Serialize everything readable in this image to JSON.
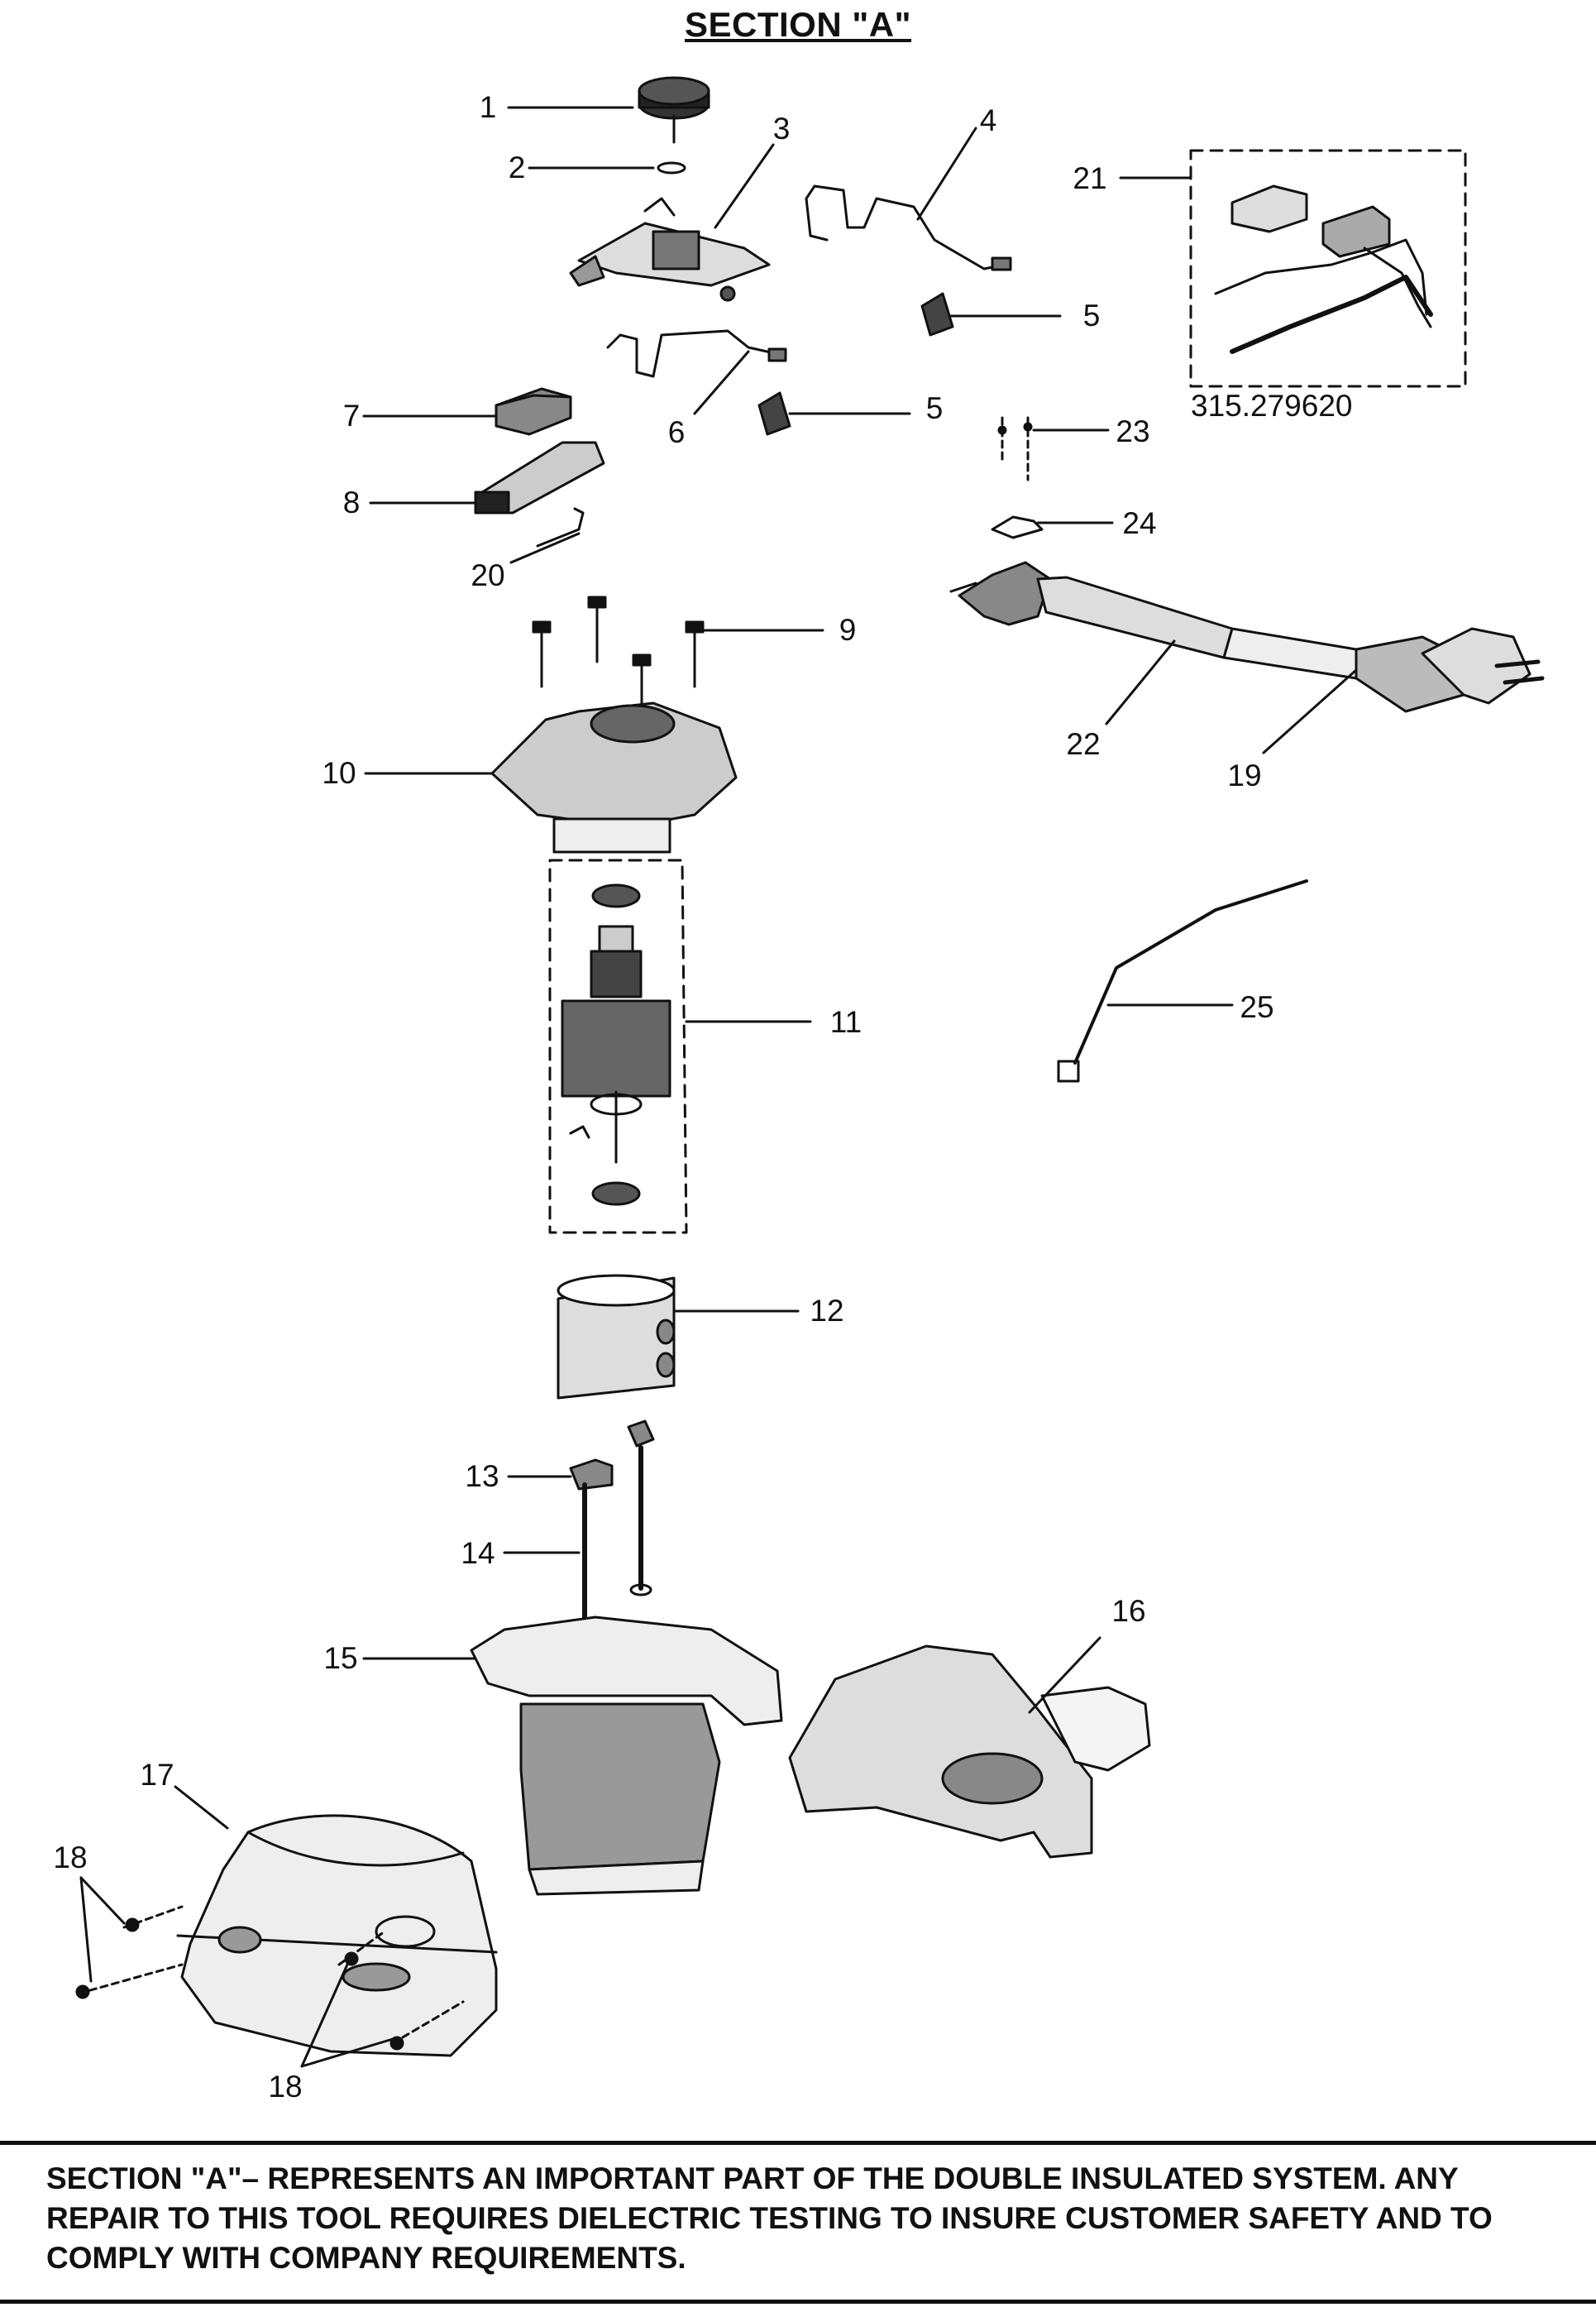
{
  "title": "SECTION \"A\"",
  "model_number": "315.279620",
  "callouts": [
    "1",
    "2",
    "3",
    "4",
    "5",
    "5",
    "6",
    "7",
    "8",
    "20",
    "21",
    "23",
    "24",
    "9",
    "10",
    "22",
    "19",
    "11",
    "25",
    "12",
    "13",
    "14",
    "16",
    "15",
    "17",
    "18",
    "18"
  ],
  "notice_lines": [
    "SECTION \"A\"– REPRESENTS AN IMPORTANT PART OF THE DOUBLE INSULATED SYSTEM. ANY",
    "REPAIR TO THIS TOOL REQUIRES DIELECTRIC TESTING TO INSURE CUSTOMER SAFETY AND TO",
    "COMPLY WITH COMPANY REQUIREMENTS."
  ]
}
